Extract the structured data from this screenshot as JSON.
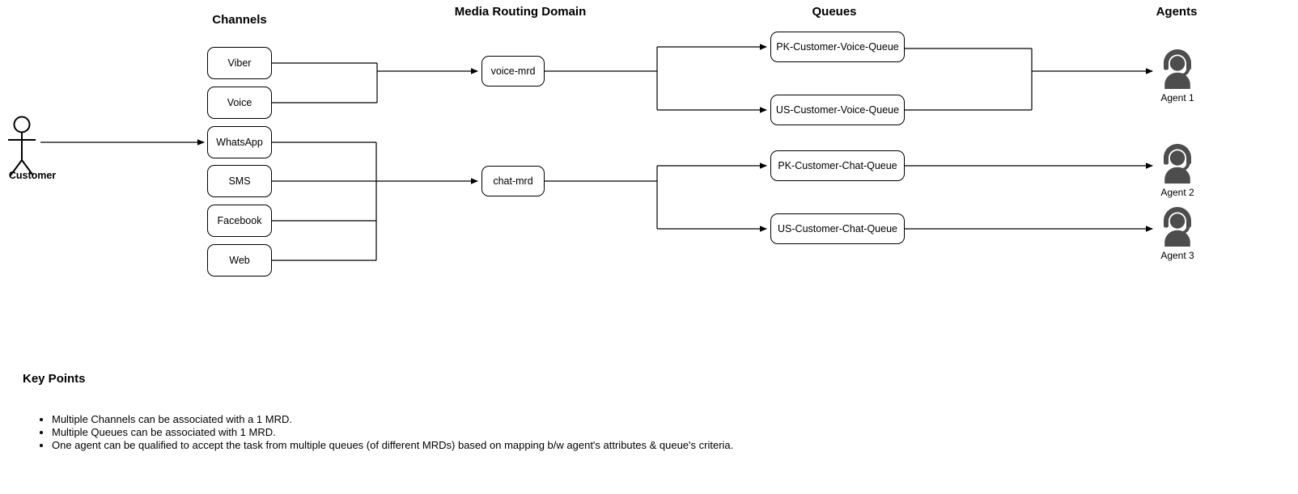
{
  "headers": {
    "channels": "Channels",
    "mrd": "Media Routing Domain",
    "queues": "Queues",
    "agents": "Agents"
  },
  "actor": {
    "label": "Customer",
    "icon": "stick-figure-person-icon"
  },
  "channels": [
    {
      "label": "Viber"
    },
    {
      "label": "Voice"
    },
    {
      "label": "WhatsApp"
    },
    {
      "label": "SMS"
    },
    {
      "label": "Facebook"
    },
    {
      "label": "Web"
    }
  ],
  "mrds": [
    {
      "label": "voice-mrd"
    },
    {
      "label": "chat-mrd"
    }
  ],
  "queues": [
    {
      "label": "PK-Customer-Voice-Queue"
    },
    {
      "label": "US-Customer-Voice-Queue"
    },
    {
      "label": "PK-Customer-Chat-Queue"
    },
    {
      "label": "US-Customer-Chat-Queue"
    }
  ],
  "agents": [
    {
      "label": "Agent 1",
      "icon": "agent-headset-icon"
    },
    {
      "label": "Agent 2",
      "icon": "agent-headset-icon"
    },
    {
      "label": "Agent 3",
      "icon": "agent-headset-icon"
    }
  ],
  "key_points": {
    "title": "Key Points",
    "items": [
      "Multiple Channels can be associated with a 1 MRD.",
      "Multiple Queues can be associated with 1 MRD.",
      "One agent can be qualified to accept the task from multiple queues (of different MRDs) based on mapping b/w agent's attributes & queue's criteria."
    ]
  },
  "colors": {
    "line": "#000000",
    "node_border": "#000000",
    "node_fill": "#ffffff",
    "agent_icon": "#4d4d4d",
    "text": "#000000"
  }
}
